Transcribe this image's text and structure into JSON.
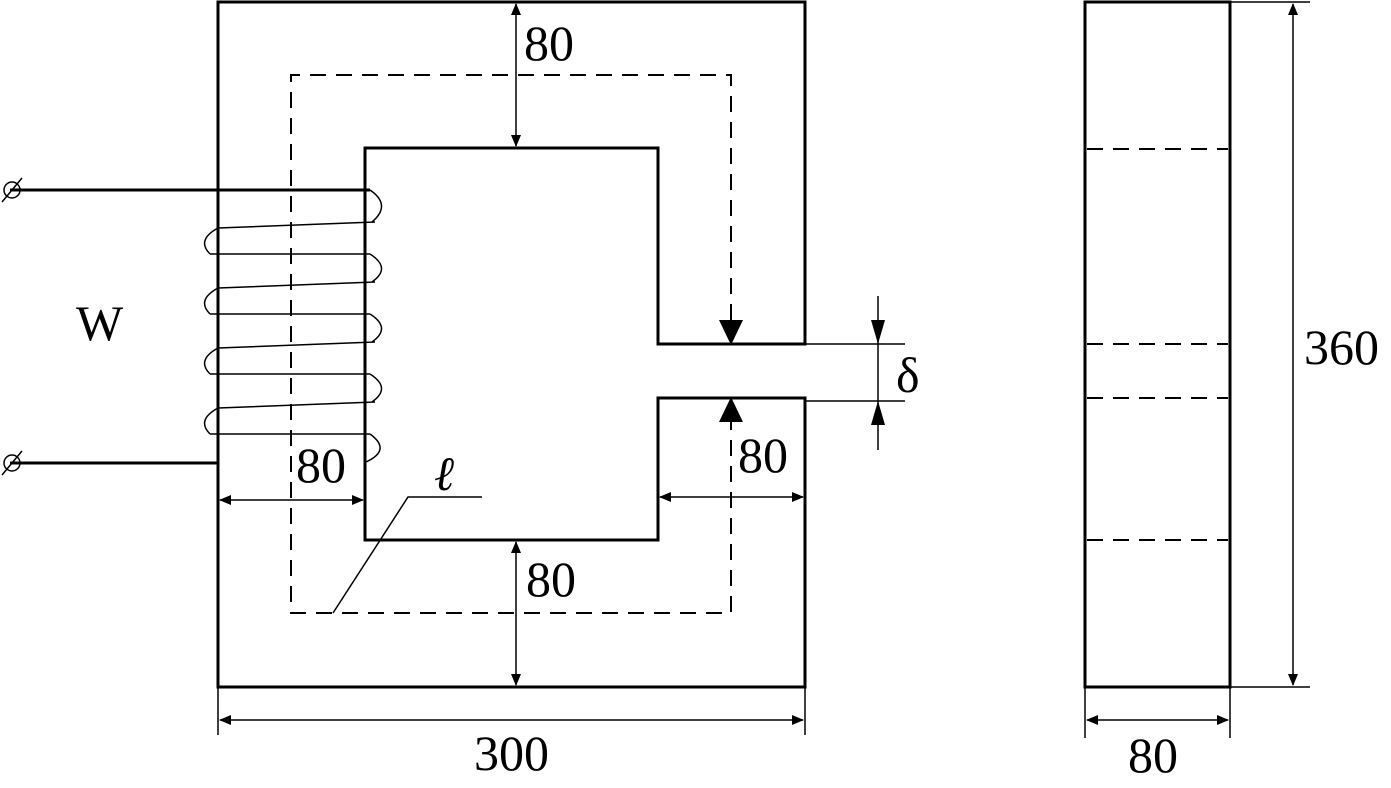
{
  "front_view": {
    "dim_top_yoke": "80",
    "dim_left_limb": "80",
    "dim_right_limb": "80",
    "dim_bottom_yoke": "80",
    "dim_total_width": "300",
    "winding_label": "W",
    "gap_label": "δ",
    "mean_path_label": "ℓ",
    "terminal_symbol_top": "⌀",
    "terminal_symbol_bottom": "⌀"
  },
  "side_view": {
    "dim_height": "360",
    "dim_depth": "80"
  }
}
